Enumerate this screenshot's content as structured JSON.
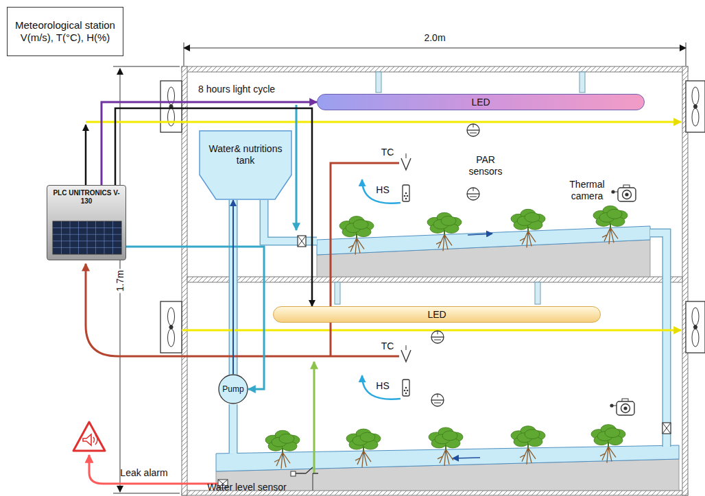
{
  "diagram": {
    "nodes": [
      {
        "text": [
          "Meteorological station",
          "V(m/s), T(°C), H(%)"
        ]
      },
      {
        "text": [
          "PLC UNITRONICS V-130"
        ]
      },
      {
        "text": [
          "Water& nutritions tank"
        ]
      },
      {
        "text": [
          "LED"
        ]
      },
      {
        "text": [
          "LED"
        ]
      },
      {
        "text": [
          "Pump"
        ]
      }
    ],
    "edges": [
      {
        "from": 1,
        "to": 3,
        "arrow": "to",
        "label": "8 hours light cycle"
      },
      {
        "from": 1,
        "to": 4,
        "arrow": "to"
      },
      {
        "from": 1,
        "to": 5,
        "arrow": "to"
      },
      {
        "from": 5,
        "to": 2,
        "arrow": "to"
      }
    ],
    "labels": [
      "2.0m",
      "1.7m",
      "TC",
      "HS",
      "PAR sensors",
      "Thermal camera",
      "TC",
      "HS",
      "Leak alarm",
      "Water level sensor"
    ]
  }
}
